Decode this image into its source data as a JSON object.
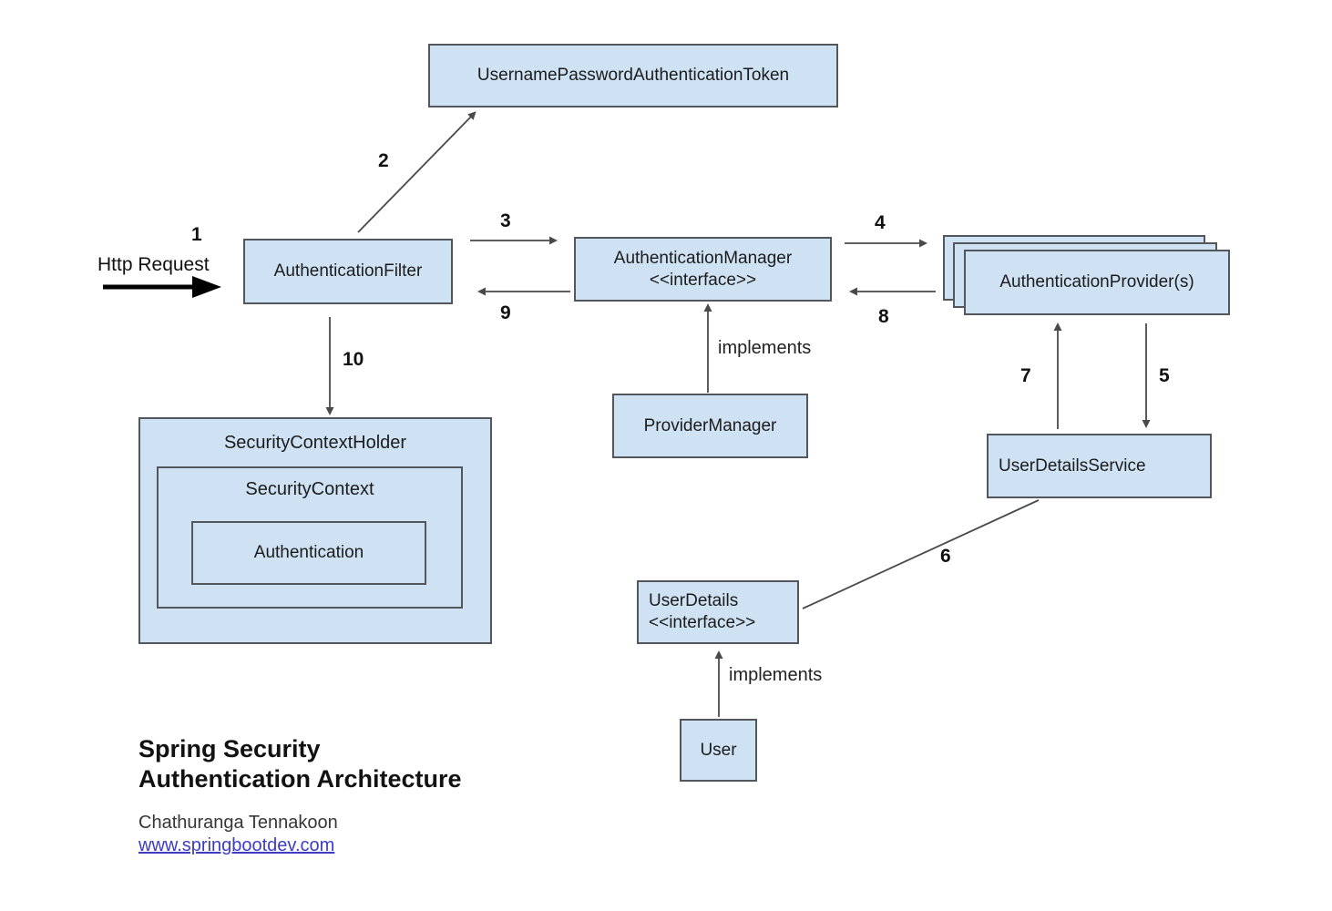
{
  "title": {
    "line1": "Spring Security",
    "line2": "Authentication Architecture"
  },
  "credits": {
    "author": "Chathuranga Tennakoon",
    "website": "www.springbootdev.com"
  },
  "labels": {
    "http_request": "Http Request",
    "implements_manager": "implements",
    "implements_user": "implements"
  },
  "nodes": {
    "token": "UsernamePasswordAuthenticationToken",
    "filter": "AuthenticationFilter",
    "manager_name": "AuthenticationManager",
    "manager_stereotype": "<<interface>>",
    "providers": "AuthenticationProvider(s)",
    "provider_manager": "ProviderManager",
    "user_details_service": "UserDetailsService",
    "user_details_name": "UserDetails",
    "user_details_stereotype": "<<interface>>",
    "user": "User",
    "security_context_holder": "SecurityContextHolder",
    "security_context": "SecurityContext",
    "authentication": "Authentication"
  },
  "steps": {
    "s1": "1",
    "s2": "2",
    "s3": "3",
    "s4": "4",
    "s5": "5",
    "s6": "6",
    "s7": "7",
    "s8": "8",
    "s9": "9",
    "s10": "10"
  },
  "colors": {
    "box_fill": "#cfe2f3",
    "box_border": "#53565a",
    "line": "#4a4a4a",
    "link": "#3d3dc4"
  }
}
